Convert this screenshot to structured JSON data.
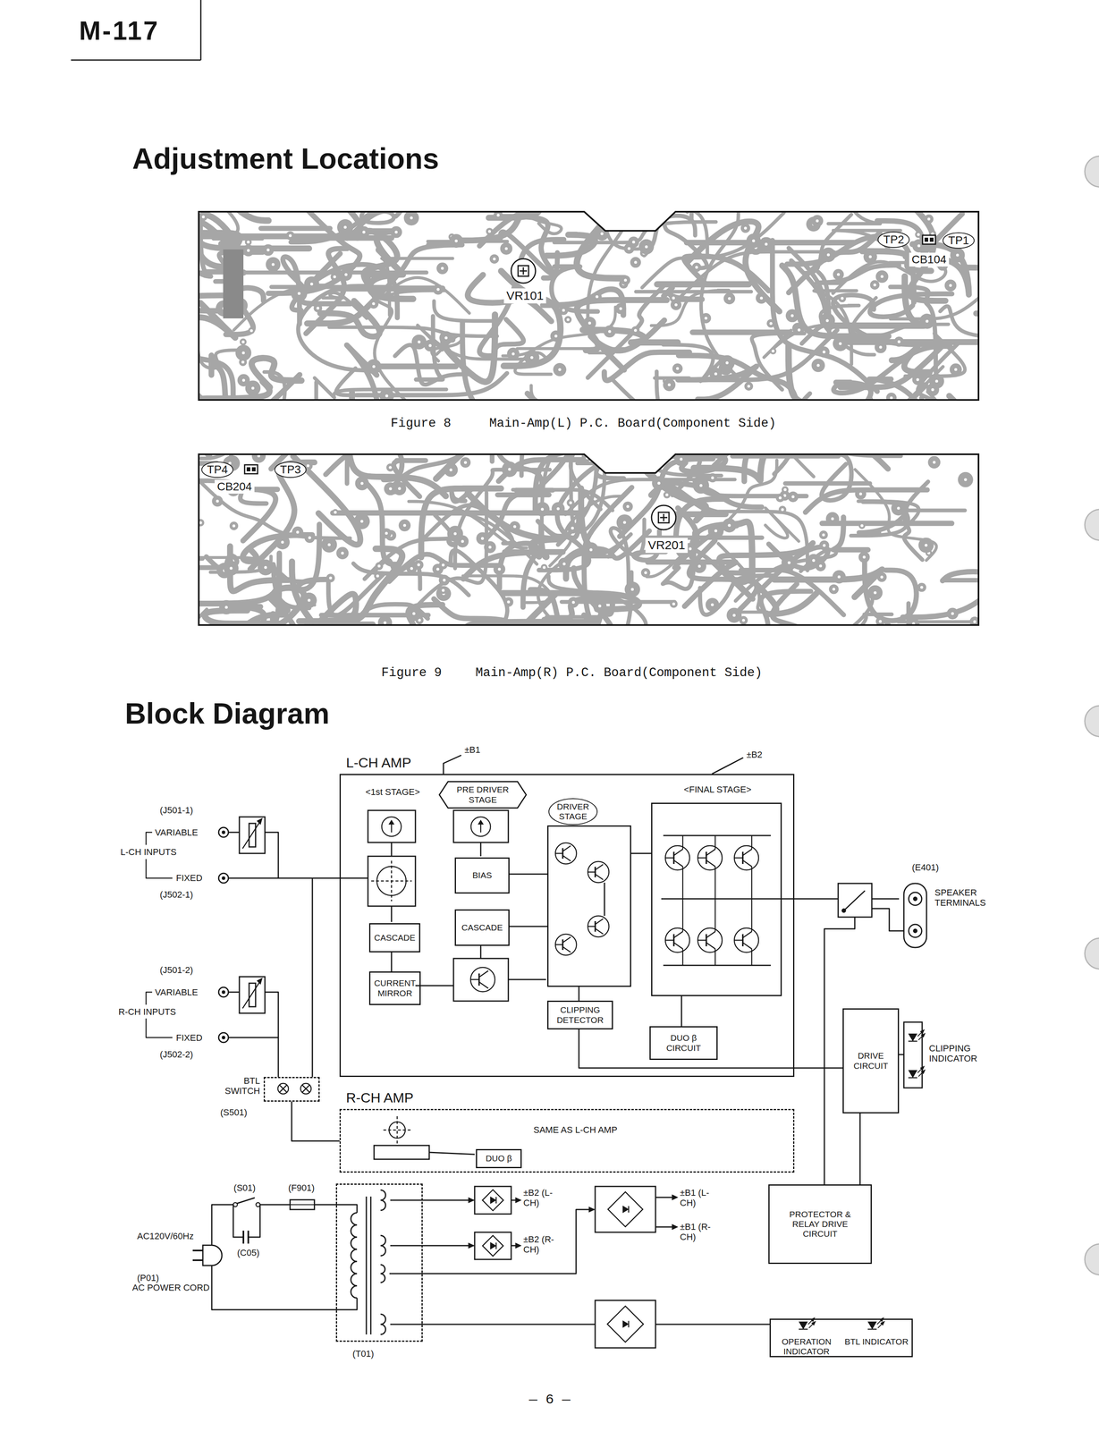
{
  "diagram": {
    "title": "Adjustment Locations",
    "nodes": [
      {
        "text": [
          "L-CH AMP"
        ]
      },
      {
        "text": [
          "PRE DRIVER STAGE"
        ],
        "in": 0
      },
      {
        "text": [
          "BIAS"
        ],
        "in": 0
      },
      {
        "text": [
          "CASCADE"
        ],
        "in": 0
      },
      {
        "text": [
          "CURRENT MIRROR"
        ],
        "in": 0
      },
      {
        "text": [
          "CASCADE"
        ],
        "in": 0
      },
      {
        "text": [
          "DRIVER STAGE"
        ],
        "in": 0
      },
      {
        "text": [
          "<FINAL STAGE>"
        ],
        "in": 0
      },
      {
        "text": [
          "CLIPPING DETECTOR"
        ],
        "in": 0
      },
      {
        "text": [
          "DUO β CIRCUIT"
        ],
        "in": 0
      },
      {
        "text": [
          "(E401)",
          "SPEAKER TERMINALS"
        ]
      },
      {
        "text": [
          "DRIVE CIRCUIT"
        ]
      },
      {
        "text": [
          "BTL SWITCH",
          "(S501)"
        ]
      },
      {
        "text": [
          "R-CH AMP",
          "SAME AS L-CH AMP"
        ]
      },
      {
        "text": [
          "DUO β"
        ],
        "in": 13
      },
      {
        "text": [
          "(T01)"
        ]
      },
      {
        "text": [
          "PROTECTOR & RELAY DRIVE CIRCUIT"
        ]
      },
      {
        "text": [
          "OPERATION INDICATOR",
          "BTL INDICATOR"
        ]
      }
    ],
    "edges": [
      {
        "from": 3,
        "to": 4,
        "arrow": "none"
      },
      {
        "from": 2,
        "to": 6,
        "arrow": "none"
      },
      {
        "from": 5,
        "to": 6,
        "arrow": "none"
      },
      {
        "from": 6,
        "to": 7,
        "arrow": "none"
      },
      {
        "from": 7,
        "to": 10,
        "arrow": "none"
      },
      {
        "from": 6,
        "to": 8,
        "arrow": "none"
      },
      {
        "from": 8,
        "to": 11,
        "arrow": "none"
      },
      {
        "from": 9,
        "to": 7,
        "arrow": "none"
      },
      {
        "from": 12,
        "to": 13,
        "arrow": "none"
      },
      {
        "from": 15,
        "to": 17,
        "arrow": "none"
      }
    ],
    "labels": [
      "M-117",
      "VR101",
      "TP2",
      "TP1",
      "CB104",
      "Figure 8",
      "Main-Amp(L) P.C. Board(Component Side)",
      "TP4",
      "TP3",
      "CB204",
      "VR201",
      "Figure 9",
      "Main-Amp(R) P.C. Board(Component Side)",
      "Block Diagram",
      "±B1",
      "±B2",
      "<1st STAGE>",
      "(J501-1)",
      "VARIABLE",
      "L-CH INPUTS",
      "FIXED",
      "(J502-1)",
      "(J501-2)",
      "VARIABLE",
      "R-CH INPUTS",
      "FIXED",
      "(J502-2)",
      "CLIPPING INDICATOR",
      "(S01)",
      "(F901)",
      "AC120V/60Hz",
      "(C05)",
      "(P01)",
      "AC POWER CORD",
      "±B2 (L-CH)",
      "±B2 (R-CH)",
      "±B1 (L-CH)",
      "±B1 (R-CH)",
      "— 6 —"
    ]
  }
}
